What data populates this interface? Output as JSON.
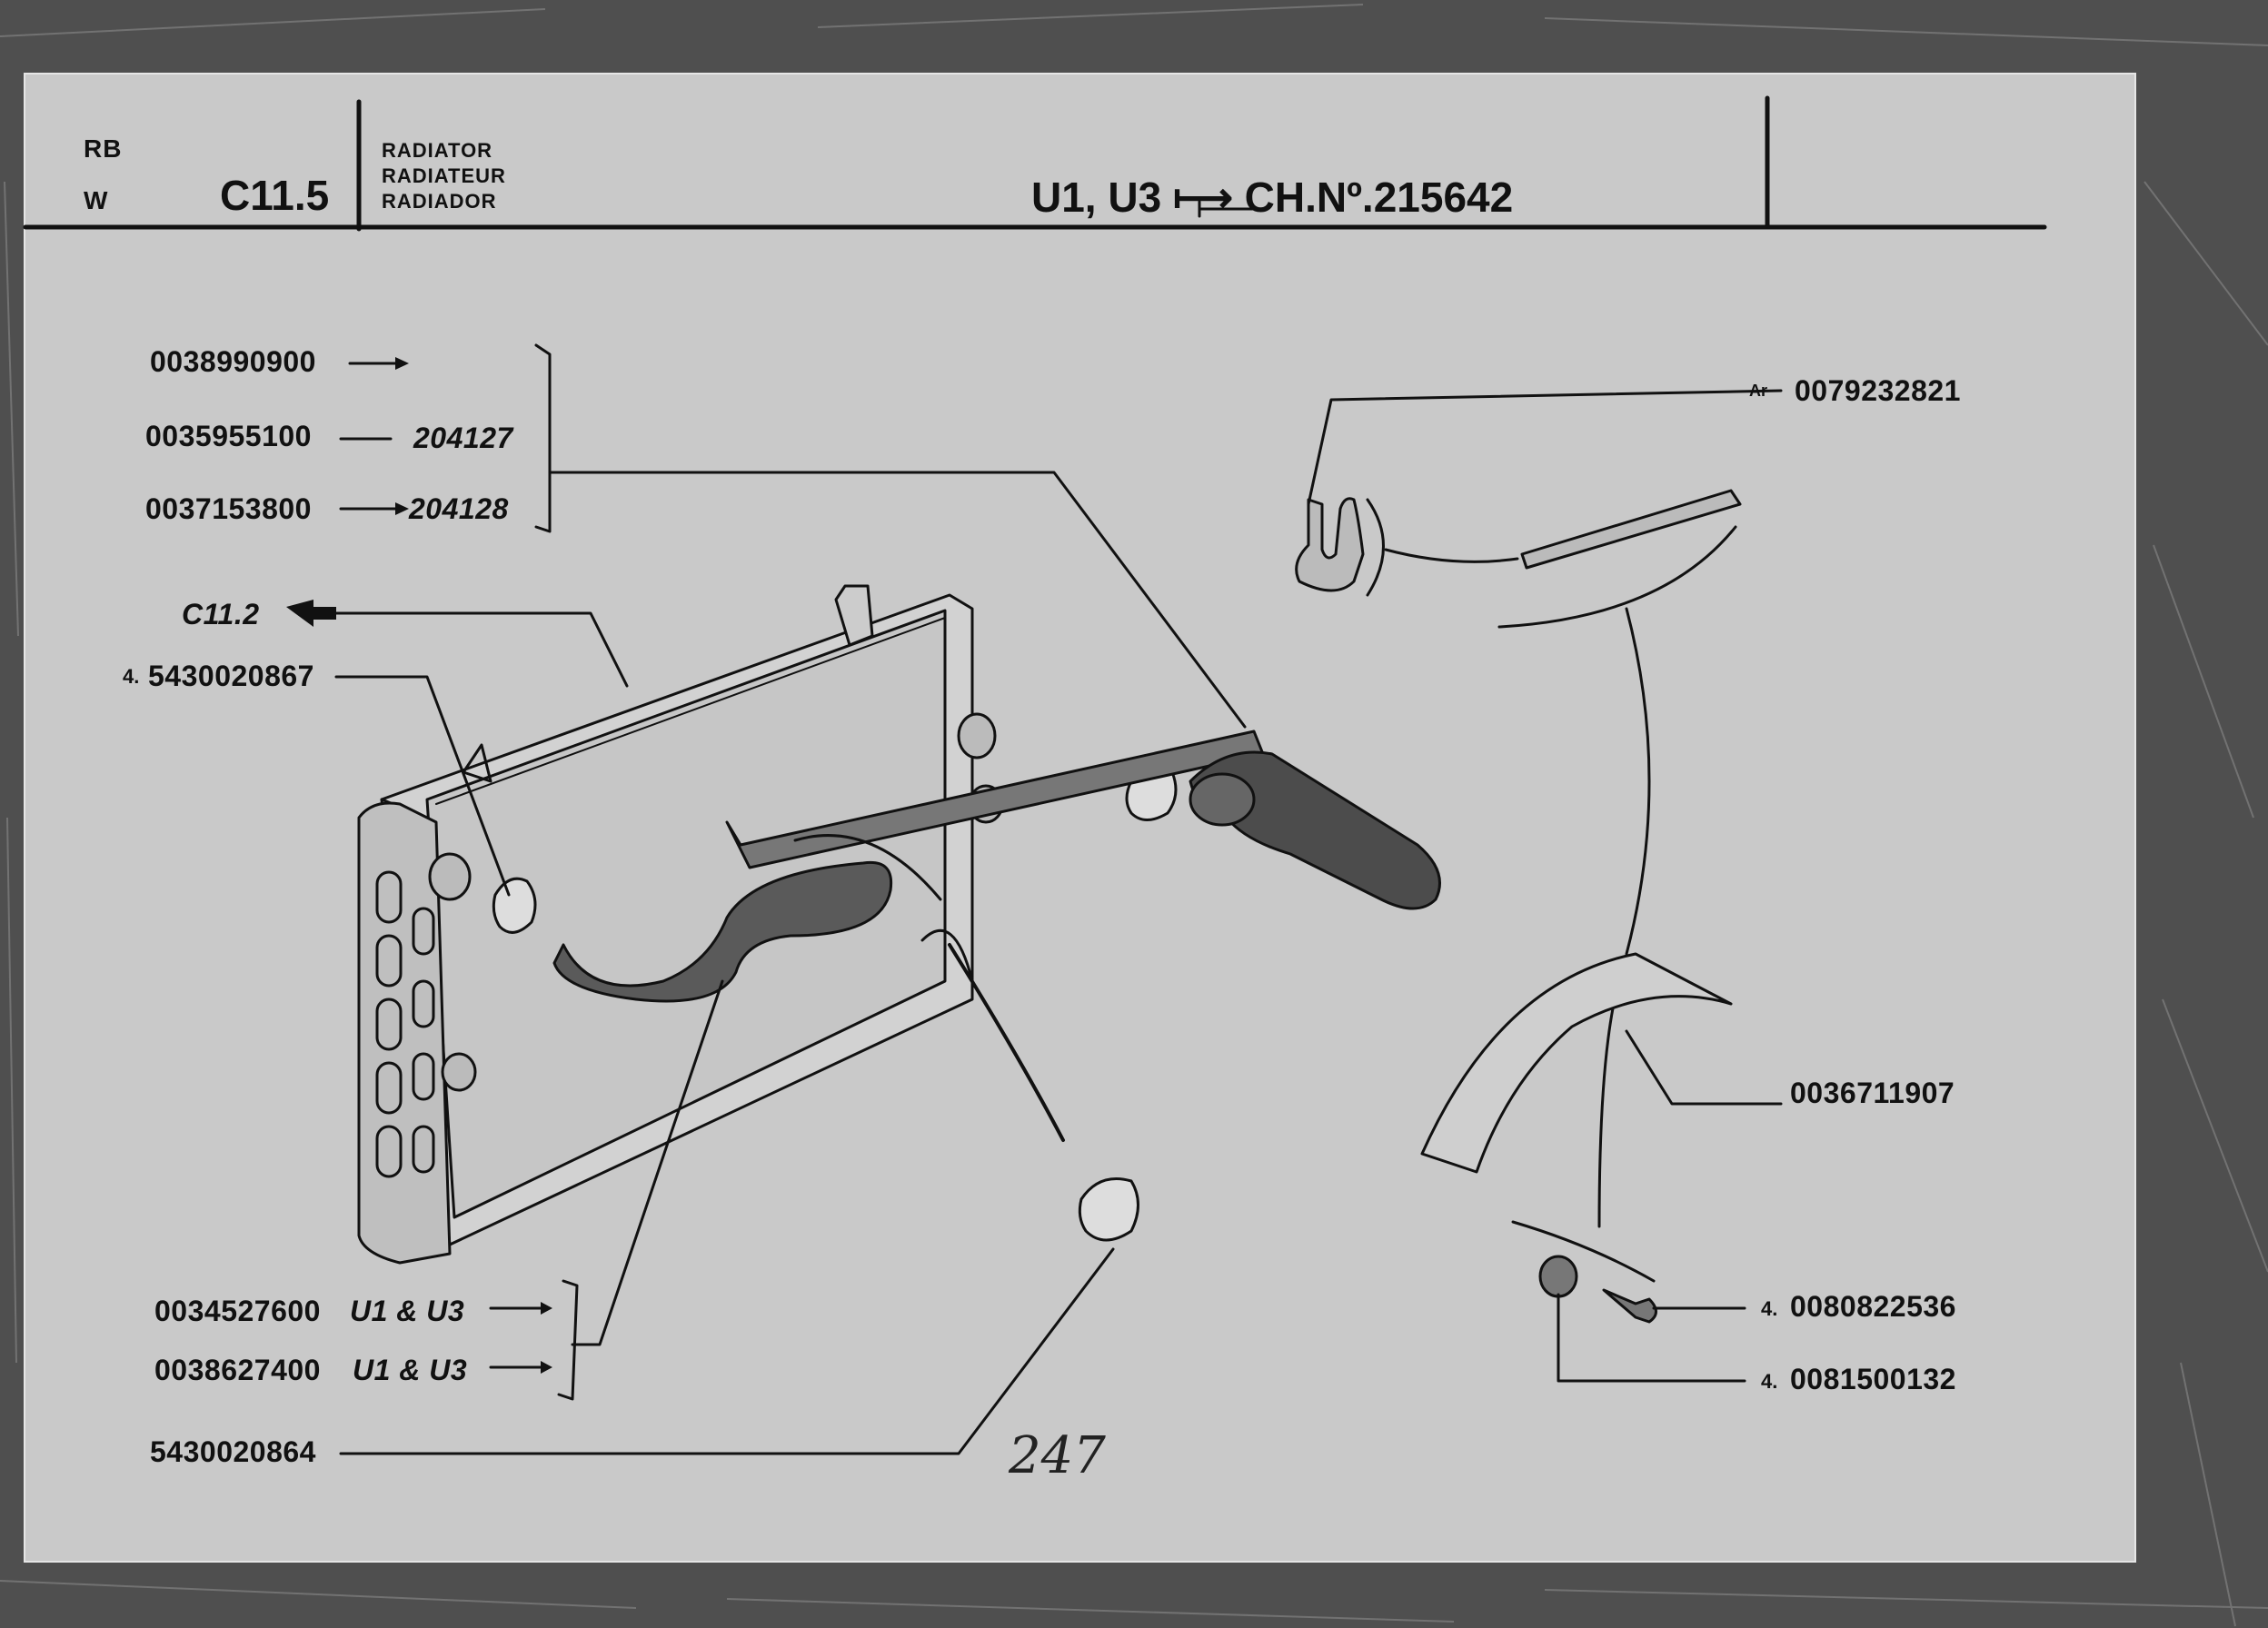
{
  "header": {
    "model_top": "RB",
    "model_bottom": "W",
    "section_code": "C11.5",
    "title_en": "RADIATOR",
    "title_fr": "RADIATEUR",
    "title_es": "RADIADOR",
    "validity": "U1, U3  ⟼  CH.Nº.215642"
  },
  "callouts": {
    "p1": "0038990900",
    "p2": "0035955100",
    "p2_serial": "204127",
    "p3": "0037153800",
    "p3_serial": "204128",
    "ref_section": "C11.2",
    "p4_qty": "4.",
    "p4": "5430020867",
    "p5": "0079232821",
    "p5_prefix": "Ar",
    "p6": "0036711907",
    "p7": "0034527600",
    "p7_variant": "U1 & U3",
    "p8": "0038627400",
    "p8_variant": "U1 & U3",
    "p9": "5430020864",
    "p10_qty": "4.",
    "p10": "0080822536",
    "p11_qty": "4.",
    "p11": "0081500132"
  },
  "page_number": "247",
  "colors": {
    "paper": "#c9c9c9",
    "background": "#4f4f4f",
    "ink": "#111111"
  }
}
